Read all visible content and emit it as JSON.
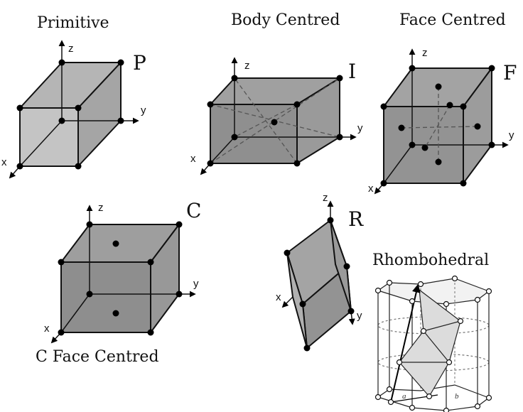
{
  "lattices": {
    "primitive": {
      "title": "Primitive",
      "letter": "P"
    },
    "body_centred": {
      "title": "Body Centred",
      "letter": "I"
    },
    "face_centred": {
      "title": "Face Centred",
      "letter": "F"
    },
    "c_face_centred": {
      "title": "C Face Centred",
      "letter": "C"
    },
    "rhombohedral": {
      "title": "Rhombohedral",
      "letter": "R"
    }
  },
  "axes": {
    "x": "x",
    "y": "y",
    "z": "z"
  },
  "hex_cell": {
    "a": "a",
    "b": "b"
  },
  "colors": {
    "light_face": "#c4c4c4",
    "mid_face": "#9a9a9a",
    "dark_face": "#8c8c8c",
    "edge": "#111111",
    "node": "#000000",
    "hex_fill": "#dcdcdc"
  }
}
